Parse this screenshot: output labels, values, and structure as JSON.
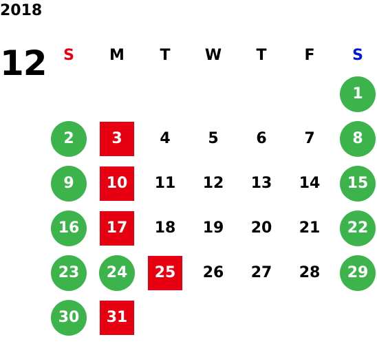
{
  "calendar": {
    "year": "2018",
    "month": "12",
    "weekdays": [
      {
        "label": "S",
        "color": "#e60012"
      },
      {
        "label": "M",
        "color": "#000000"
      },
      {
        "label": "T",
        "color": "#000000"
      },
      {
        "label": "W",
        "color": "#000000"
      },
      {
        "label": "T",
        "color": "#000000"
      },
      {
        "label": "F",
        "color": "#000000"
      },
      {
        "label": "S",
        "color": "#0019d6"
      }
    ],
    "colors": {
      "holiday_green": "#3cb44b",
      "closed_red": "#e60012",
      "normal_text": "#000000"
    },
    "weeks": [
      [
        null,
        null,
        null,
        null,
        null,
        null,
        {
          "d": "1",
          "mark": "circle"
        }
      ],
      [
        null,
        {
          "d": "2",
          "mark": "circle"
        },
        {
          "d": "3",
          "mark": "square"
        },
        {
          "d": "4"
        },
        {
          "d": "5"
        },
        {
          "d": "6"
        },
        {
          "d": "7"
        },
        {
          "d": "8",
          "mark": "circle"
        }
      ],
      [
        null,
        {
          "d": "9",
          "mark": "circle"
        },
        {
          "d": "10",
          "mark": "square"
        },
        {
          "d": "11"
        },
        {
          "d": "12"
        },
        {
          "d": "13"
        },
        {
          "d": "14"
        },
        {
          "d": "15",
          "mark": "circle"
        }
      ],
      [
        null,
        {
          "d": "16",
          "mark": "circle"
        },
        {
          "d": "17",
          "mark": "square"
        },
        {
          "d": "18"
        },
        {
          "d": "19"
        },
        {
          "d": "20"
        },
        {
          "d": "21"
        },
        {
          "d": "22",
          "mark": "circle"
        }
      ],
      [
        null,
        {
          "d": "23",
          "mark": "circle"
        },
        {
          "d": "24",
          "mark": "circle"
        },
        {
          "d": "25",
          "mark": "square"
        },
        {
          "d": "26"
        },
        {
          "d": "27"
        },
        {
          "d": "28"
        },
        {
          "d": "29",
          "mark": "circle"
        }
      ],
      [
        null,
        {
          "d": "30",
          "mark": "circle"
        },
        {
          "d": "31",
          "mark": "square"
        },
        null,
        null,
        null,
        null,
        null
      ]
    ]
  }
}
